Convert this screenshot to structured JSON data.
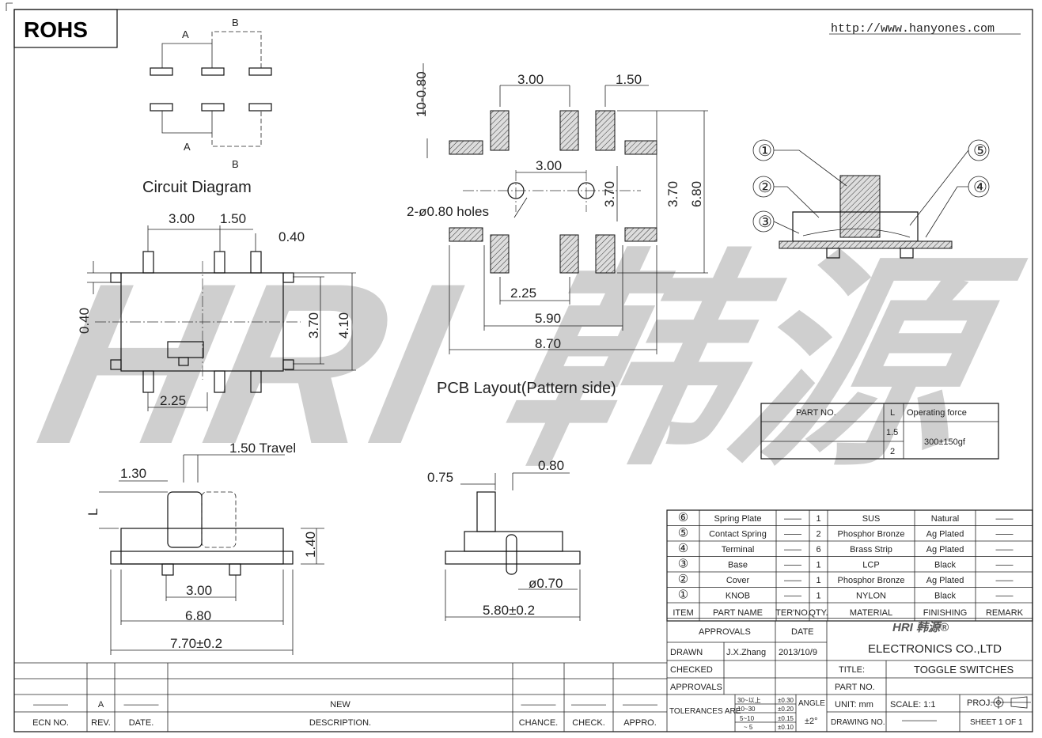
{
  "header": {
    "rohs": "ROHS",
    "url": "http://www.hanyones.com"
  },
  "watermark": {
    "logo_text": "HRI 韩源"
  },
  "circuit": {
    "label_a": "A",
    "label_b": "B",
    "title": "Circuit Diagram"
  },
  "top_view": {
    "d1": "3.00",
    "d2": "1.50",
    "d3": "0.40",
    "d4": "0.40",
    "d5": "3.70",
    "d6": "4.10",
    "d7": "2.25"
  },
  "pcb": {
    "d1": "10-0.80",
    "d2": "3.00",
    "d3": "1.50",
    "d4": "3.00",
    "d5": "3.70",
    "d6": "3.70",
    "d7": "6.80",
    "holes": "2-ø0.80 holes",
    "d8": "2.25",
    "d9": "5.90",
    "d10": "8.70",
    "title": "PCB Layout(Pattern side)"
  },
  "side_view": {
    "travel": "1.50 Travel",
    "d1": "1.30",
    "d2": "L",
    "d3": "1.40",
    "d4": "3.00",
    "d5": "6.80",
    "d6": "7.70±0.2"
  },
  "end_view": {
    "d1": "0.75",
    "d2": "0.80",
    "d3": "ø0.70",
    "d4": "5.80±0.2"
  },
  "section": {
    "callouts": [
      "①",
      "②",
      "③",
      "④",
      "⑤"
    ]
  },
  "part_table": {
    "headers": [
      "PART NO.",
      "L",
      "Operating force"
    ],
    "rows": [
      {
        "l": "1.5"
      },
      {
        "l": "2"
      }
    ],
    "force": "300±150gf"
  },
  "bom": {
    "rows": [
      {
        "item": "⑥",
        "name": "Spring Plate",
        "ter": "——",
        "qty": "1",
        "material": "SUS",
        "finishing": "Natural",
        "remark": "——"
      },
      {
        "item": "⑤",
        "name": "Contact Spring",
        "ter": "——",
        "qty": "2",
        "material": "Phosphor Bronze",
        "finishing": "Ag Plated",
        "remark": "——"
      },
      {
        "item": "④",
        "name": "Terminal",
        "ter": "——",
        "qty": "6",
        "material": "Brass Strip",
        "finishing": "Ag Plated",
        "remark": "——"
      },
      {
        "item": "③",
        "name": "Base",
        "ter": "——",
        "qty": "1",
        "material": "LCP",
        "finishing": "Black",
        "remark": "——"
      },
      {
        "item": "②",
        "name": "Cover",
        "ter": "——",
        "qty": "1",
        "material": "Phosphor Bronze",
        "finishing": "Ag Plated",
        "remark": "——"
      },
      {
        "item": "①",
        "name": "KNOB",
        "ter": "——",
        "qty": "1",
        "material": "NYLON",
        "finishing": "Black",
        "remark": "——"
      }
    ],
    "headers": [
      "ITEM",
      "PART NAME",
      "TER'NO.",
      "QTY.",
      "MATERIAL",
      "FINISHING",
      "REMARK"
    ]
  },
  "title_block": {
    "approvals": "APPROVALS",
    "date": "DATE",
    "company_logo": "HRI 韩源®",
    "company": "ELECTRONICS CO.,LTD",
    "drawn": "DRAWN",
    "drawn_by": "J.X.Zhang",
    "drawn_date": "2013/10/9",
    "checked": "CHECKED",
    "title_label": "TITLE:",
    "title": "TOGGLE SWITCHES",
    "approvals2": "APPROVALS",
    "part_no_label": "PART NO.",
    "tolerances": "TOLERANCES ARE",
    "tol": [
      {
        "range": "30~以上",
        "value": "±0.30"
      },
      {
        "range": "10~30",
        "value": "±0.20"
      },
      {
        "range": "5~10",
        "value": "±0.15"
      },
      {
        "range": "~ 5",
        "value": "±0.10"
      }
    ],
    "angle": "ANGLE",
    "angle_value": "±2°",
    "unit": "UNIT: mm",
    "scale": "SCALE:   1:1",
    "proj": "PROJ.",
    "drawing_no": "DRAWING NO.",
    "drawing_no_value": "————",
    "sheet": "SHEET   1  OF  1"
  },
  "revision": {
    "headers": [
      "ECN NO.",
      "REV.",
      "DATE.",
      "DESCRIPTION.",
      "CHANCE.",
      "CHECK.",
      "APPRO."
    ],
    "row": [
      "————",
      "A",
      "————",
      "NEW",
      "————",
      "————",
      "————"
    ]
  }
}
